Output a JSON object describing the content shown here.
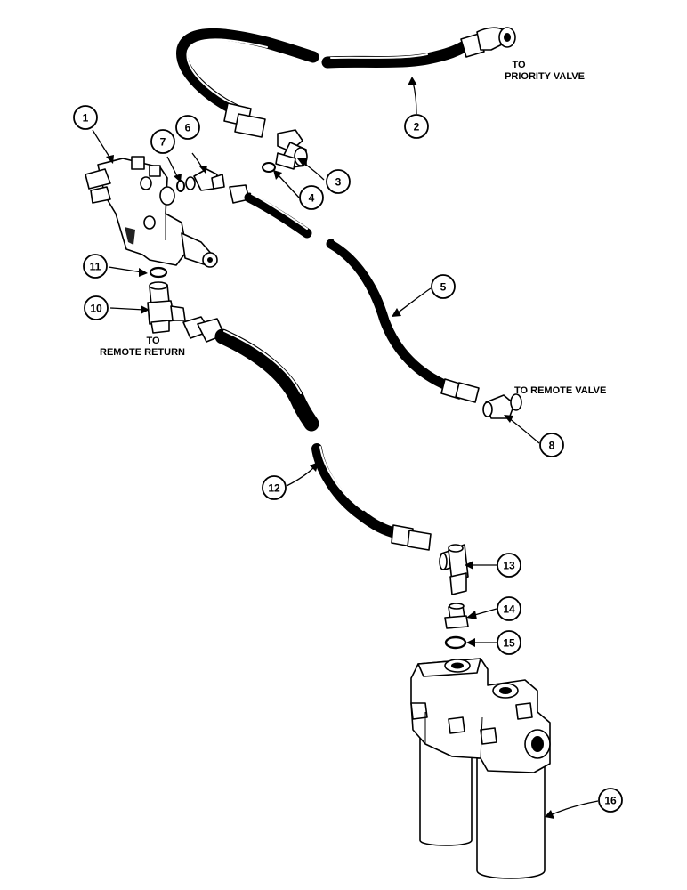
{
  "labels": {
    "to_priority_valve": [
      "TO",
      "PRIORITY VALVE"
    ],
    "to_remote_return": [
      "TO",
      "REMOTE RETURN"
    ],
    "to_remote_valve": "TO REMOTE VALVE"
  },
  "callouts": {
    "c1": "1",
    "c2": "2",
    "c3": "3",
    "c4": "4",
    "c5": "5",
    "c6": "6",
    "c7": "7",
    "c8": "8",
    "c10": "10",
    "c11": "11",
    "c12": "12",
    "c13": "13",
    "c14": "14",
    "c15": "15",
    "c16": "16"
  }
}
